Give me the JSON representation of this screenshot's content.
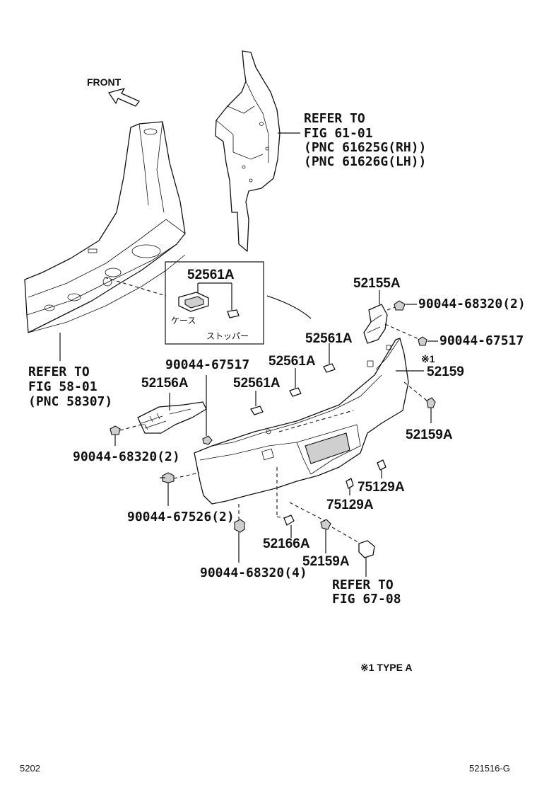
{
  "front_label": "FRONT",
  "refer_top": [
    "REFER TO",
    "FIG 61-01",
    "(PNC 61625G(RH))",
    "(PNC 61626G(LH))"
  ],
  "refer_left": [
    "REFER TO",
    "FIG 58-01",
    "(PNC 58307)"
  ],
  "refer_bottom": [
    "REFER TO",
    "FIG 67-08"
  ],
  "inset": {
    "part": "52561A",
    "case_label": "ケース",
    "stopper_label": "ストッパー"
  },
  "parts": {
    "p52155A": "52155A",
    "p90044_68320_2_top": "90044-68320(2)",
    "p52561A_a": "52561A",
    "p90044_67517_right": "90044-67517",
    "note_mark": "※1",
    "p52159": "52159",
    "p52561A_b": "52561A",
    "p90044_67517_left": "90044-67517",
    "p52156A": "52156A",
    "p52561A_c": "52561A",
    "p52159A_right": "52159A",
    "p90044_68320_2_left": "90044-68320(2)",
    "p75129A_a": "75129A",
    "p75129A_b": "75129A",
    "p90044_67526_2": "90044-67526(2)",
    "p52166A": "52166A",
    "p52159A_bottom": "52159A",
    "p90044_68320_4": "90044-68320(4)"
  },
  "note": "※1 TYPE A",
  "footer": {
    "left": "5202",
    "right": "521516-G"
  }
}
